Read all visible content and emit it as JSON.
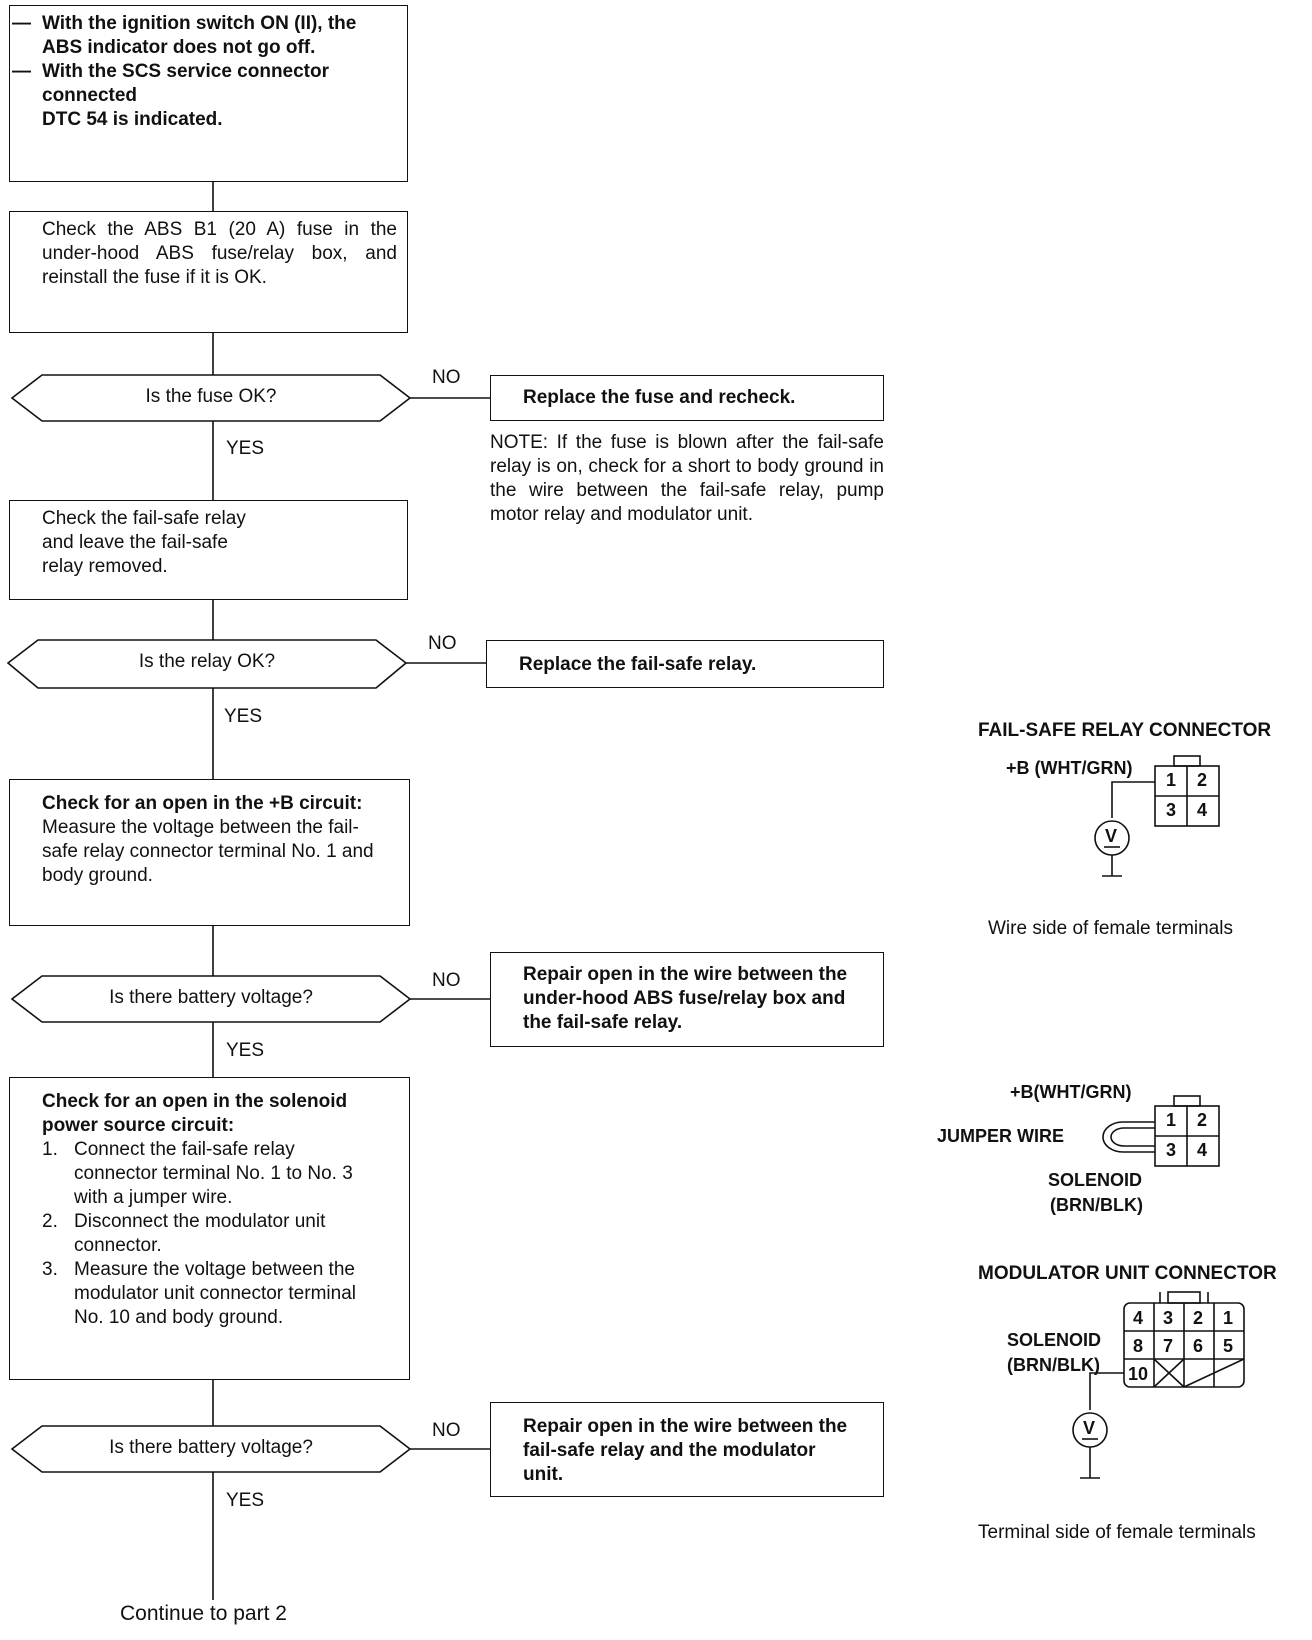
{
  "start": {
    "lines": [
      "With the ignition switch ON (II), the ABS indicator does not go off.",
      "With the SCS service connector connected"
    ],
    "dtc": "DTC 54 is indicated."
  },
  "step_fuse": "Check the ABS B1 (20 A) fuse in the under-hood ABS fuse/relay box, and reinstall the fuse if it is OK.",
  "q_fuse": "Is the fuse OK?",
  "a_fuse_no": "Replace the fuse and recheck.",
  "note_fuse": "NOTE: If the fuse is blown after the fail-safe relay is on, check for a short to body ground in the wire between the fail-safe relay, pump motor relay and modulator unit.",
  "step_relay": "Check the fail-safe relay and leave the fail-safe relay removed.",
  "q_relay": "Is the relay OK?",
  "a_relay_no": "Replace the fail-safe relay.",
  "step_b": {
    "title": "Check for an open in the +B circuit:",
    "body": "Measure the voltage between the fail-safe relay connector terminal No. 1 and body ground."
  },
  "q_batt1": "Is there battery voltage?",
  "a_batt1_no": "Repair open in the wire between the under-hood ABS fuse/relay box and the fail-safe relay.",
  "step_sol": {
    "title": "Check for an open in the solenoid power source circuit:",
    "steps": [
      {
        "n": "1.",
        "text": "Connect the fail-safe relay connector terminal No. 1 to No. 3 with a jumper wire."
      },
      {
        "n": "2.",
        "text": "Disconnect the modulator unit connector."
      },
      {
        "n": "3.",
        "text": "Measure the voltage between the modulator unit connector terminal No. 10 and body ground."
      }
    ]
  },
  "q_batt2": "Is there battery voltage?",
  "a_batt2_no": "Repair open in the wire between the fail-safe relay and the modulator unit.",
  "labels": {
    "no": "NO",
    "yes": "YES"
  },
  "continue": "Continue to part 2",
  "conn1": {
    "title": "FAIL-SAFE RELAY CONNECTOR",
    "wire": "+B (WHT/GRN)",
    "caption": "Wire side of female terminals",
    "pins": [
      "1",
      "2",
      "3",
      "4"
    ]
  },
  "conn2": {
    "wire": "+B(WHT/GRN)",
    "jumper": "JUMPER WIRE",
    "solenoid": "SOLENOID",
    "solenoid_color": "(BRN/BLK)",
    "pins": [
      "1",
      "2",
      "3",
      "4"
    ]
  },
  "conn3": {
    "title": "MODULATOR UNIT CONNECTOR",
    "solenoid": "SOLENOID",
    "solenoid_color": "(BRN/BLK)",
    "caption": "Terminal side of female terminals",
    "pins_top": [
      "4",
      "3",
      "2",
      "1"
    ],
    "pins_mid": [
      "8",
      "7",
      "6",
      "5"
    ],
    "pin_bottom": "10"
  },
  "meter_symbol": "V"
}
